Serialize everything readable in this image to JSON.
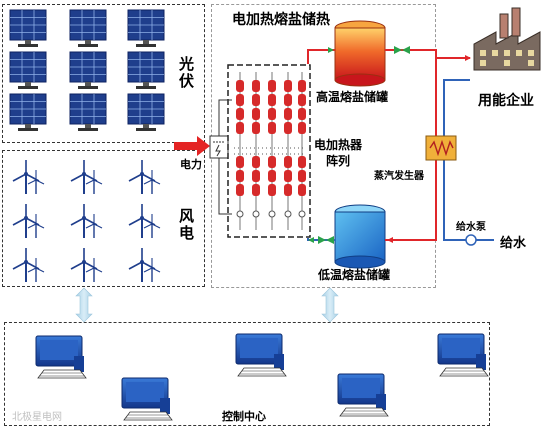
{
  "labels": {
    "pv": "光伏",
    "wind": "风电",
    "power": "电力",
    "section_title": "电加热熔盐储热",
    "heater_array_line1": "电加热器",
    "heater_array_line2": "阵列",
    "high_temp_tank": "高温熔盐储罐",
    "low_temp_tank": "低温熔盐储罐",
    "steam_generator": "蒸汽发生器",
    "user_enterprise": "用能企业",
    "feed_pump": "给水泵",
    "feed_water": "给水",
    "control_center": "控制中心",
    "watermark": "北极星电网"
  },
  "colors": {
    "solar_panel": "#1f3e8c",
    "pipe_red": "#e0262a",
    "pipe_blue": "#2f63b8",
    "valve_green": "#2aa24a",
    "heater_red": "#d62a2a",
    "power_arrow": "#e42424",
    "link_arrow": "#bcd9ea",
    "steam_generator": "#f0b03a",
    "computer_blue": "#1c4fa8"
  },
  "icons": [
    "solar-panel-icon",
    "wind-turbine-icon",
    "factory-icon",
    "computer-icon",
    "pump-icon",
    "valve-icon",
    "heater-icon"
  ]
}
